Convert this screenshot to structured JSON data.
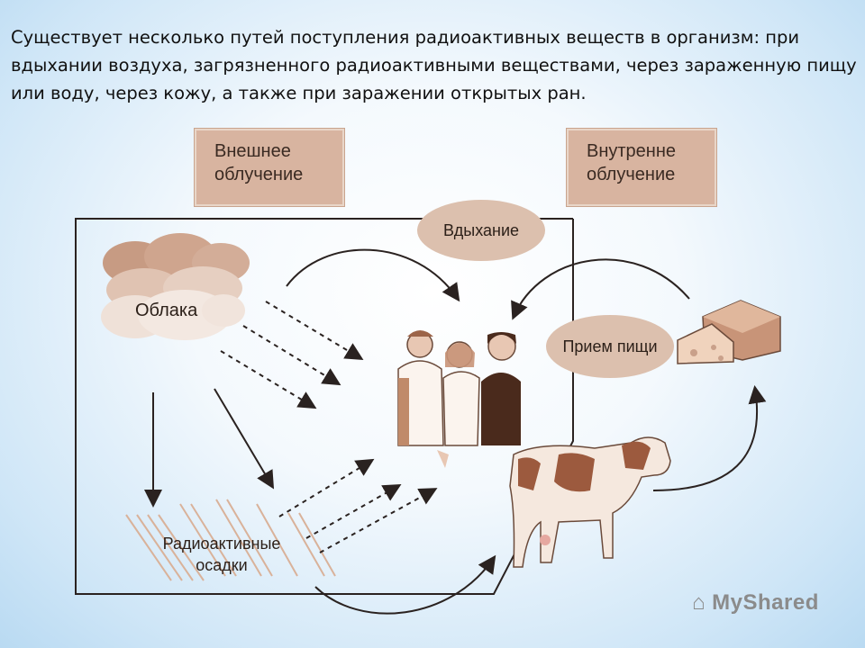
{
  "intro_text": "Существует несколько путей поступления радиоактивных веществ в организм: при вдыхании воздуха, загрязненного радиоактивными веществами, через зараженную пищу или воду, через кожу, а также при заражении открытых ран.",
  "labels": {
    "external": "Внешнее облучение",
    "internal": "Внутренне облучение",
    "inhalation": "Вдыхание",
    "food_intake": "Прием пищи",
    "clouds": "Облака",
    "fallout": "Радиоактивные осадки"
  },
  "watermark": "MyShared",
  "colors": {
    "box_fill": "#d8b4a0",
    "oval_fill": "#dcc0ae",
    "line": "#2a2220",
    "cloud": "#d7b39e",
    "figure_dark": "#4a2a1c"
  }
}
